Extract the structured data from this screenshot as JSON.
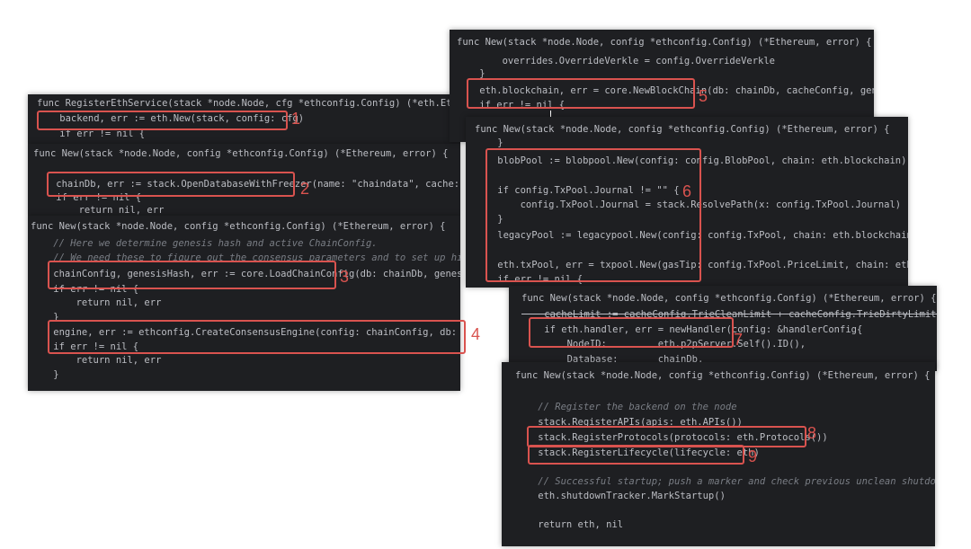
{
  "colors": {
    "annotation": "#d9534f",
    "editor_bg": "#1e1f22"
  },
  "panels": [
    {
      "id": "p1",
      "lines": [
        "func RegisterEthService(stack *node.Node, cfg *ethconfig.Config) (*eth.EthAPI",
        "    backend, err := eth.New(stack, config: cfg)",
        "    if err != nil {"
      ],
      "annotations": [
        "1"
      ]
    },
    {
      "id": "p2",
      "lines": [
        "func New(stack *node.Node, config *ethconfig.Config) (*Ethereum, error) {",
        "",
        "    chainDb, err := stack.OpenDatabaseWithFreezer(name: \"chaindata\", cache: config.D",
        "    if err != nil {",
        "        return nil, err"
      ],
      "annotations": [
        "2"
      ]
    },
    {
      "id": "p3",
      "lines": [
        "func New(stack *node.Node, config *ethconfig.Config) (*Ethereum, error) {",
        "    // Here we determine genesis hash and active ChainConfig.",
        "    // We need these to figure out the consensus parameters and to set up history pr",
        "    chainConfig, genesisHash, err := core.LoadChainConfig(db: chainDb, genesis: confi",
        "    if err != nil {",
        "        return nil, err",
        "    }",
        "    engine, err := ethconfig.CreateConsensusEngine(config: chainConfig, db: chainDb)",
        "    if err != nil {",
        "        return nil, err",
        "    }"
      ],
      "annotations": [
        "3",
        "4"
      ]
    },
    {
      "id": "p4",
      "lines": [
        "func New(stack *node.Node, config *ethconfig.Config) (*Ethereum, error) {",
        "",
        "        overrides.OverrideVerkle = config.OverrideVerkle",
        "    }",
        "    eth.blockchain, err = core.NewBlockChain(db: chainDb, cacheConfig, genes",
        "    if err != nil {"
      ],
      "annotations": [
        "5"
      ]
    },
    {
      "id": "p5",
      "lines": [
        "func New(stack *node.Node, config *ethconfig.Config) (*Ethereum, error) {",
        "    }",
        "    blobPool := blobpool.New(config: config.BlobPool, chain: eth.blockchain)",
        "",
        "    if config.TxPool.Journal != \"\" {",
        "        config.TxPool.Journal = stack.ResolvePath(x: config.TxPool.Journal)",
        "    }",
        "    legacyPool := legacypool.New(config: config.TxPool, chain: eth.blockchain)",
        "",
        "    eth.txPool, err = txpool.New(gasTip: config.TxPool.PriceLimit, chain: eth.blockch",
        "    if err != nil {"
      ],
      "annotations": [
        "6"
      ]
    },
    {
      "id": "p6",
      "lines": [
        "func New(stack *node.Node, config *ethconfig.Config) (*Ethereum, error) {",
        "    cacheLimit := cacheConfig.TrieCleanLimit + cacheConfig.TrieDirtyLimit + ca",
        "    if eth.handler, err = newHandler(config: &handlerConfig{",
        "        NodeID:         eth.p2pServer.Self().ID(),",
        "        Database:       chainDb,"
      ],
      "annotations": [
        "7"
      ]
    },
    {
      "id": "p7",
      "lines": [
        "func New(stack *node.Node, config *ethconfig.Config) (*Ethereum, error) {",
        "",
        "    // Register the backend on the node",
        "    stack.RegisterAPIs(apis: eth.APIs())",
        "    stack.RegisterProtocols(protocols: eth.Protocols())",
        "    stack.RegisterLifecycle(lifecycle: eth)",
        "",
        "    // Successful startup; push a marker and check previous unclean shutdowns.",
        "    eth.shutdownTracker.MarkStartup()",
        "",
        "    return eth, nil"
      ],
      "annotations": [
        "8",
        "9"
      ]
    }
  ]
}
